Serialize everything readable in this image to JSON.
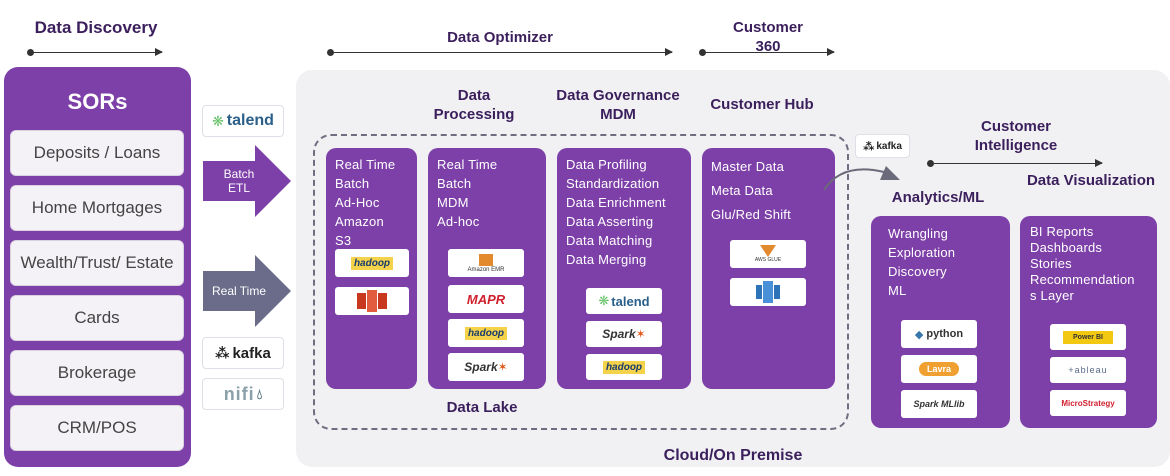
{
  "headers": {
    "data_discovery": "Data Discovery",
    "data_optimizer": "Data Optimizer",
    "customer_360": "Customer 360",
    "data_processing": "Data Processing",
    "data_governance": "Data Governance MDM",
    "customer_hub": "Customer Hub",
    "customer_intelligence": "Customer Intelligence",
    "analytics_ml": "Analytics/ML",
    "data_visualization": "Data Visualization",
    "data_lake": "Data Lake",
    "cloud": "Cloud/On Premise"
  },
  "sors": {
    "title": "SORs",
    "items": [
      "Deposits / Loans",
      "Home Mortgages",
      "Wealth/Trust/ Estate",
      "Cards",
      "Brokerage",
      "CRM/POS"
    ]
  },
  "ingest": {
    "batch_label": "Batch ETL",
    "realtime_label": "Real Time",
    "talend": "talend",
    "kafka": "kafka",
    "nifi": "nifi"
  },
  "boxes": {
    "lake1": [
      "Real Time",
      "Batch",
      "Ad-Hoc",
      "Amazon",
      "S3"
    ],
    "lake2": [
      "Real Time",
      "Batch",
      "MDM",
      "Ad-hoc"
    ],
    "governance": [
      "Data Profiling",
      "Standardization",
      "Data Enrichment",
      "Data Asserting",
      "Data Matching",
      "Data Merging"
    ],
    "hub": [
      "Master Data",
      "Meta Data",
      "Glu/Red Shift"
    ],
    "analytics": [
      "Wrangling",
      "Exploration",
      "Discovery",
      "ML"
    ],
    "visualization": [
      "BI Reports",
      "Dashboards",
      "Stories",
      "Recommendation",
      "s Layer"
    ]
  },
  "logos": {
    "hadoop": "hadoop",
    "amazon_emr": "Amazon EMR",
    "mapr": "MAPR",
    "spark": "Spark",
    "talend": "talend",
    "kafka": "kafka",
    "python": "python",
    "lavra": "Lavra",
    "spark_mllib": "Spark MLlib",
    "power_bi": "Power BI",
    "tableau": "+ableau",
    "microstrategy": "MicroStrategy",
    "aws_glue": "AWS GLUE"
  },
  "colors": {
    "purple": "#7d3fa8",
    "cloud_bg": "#f1f1f3",
    "arrow": "#7d3fa8"
  }
}
